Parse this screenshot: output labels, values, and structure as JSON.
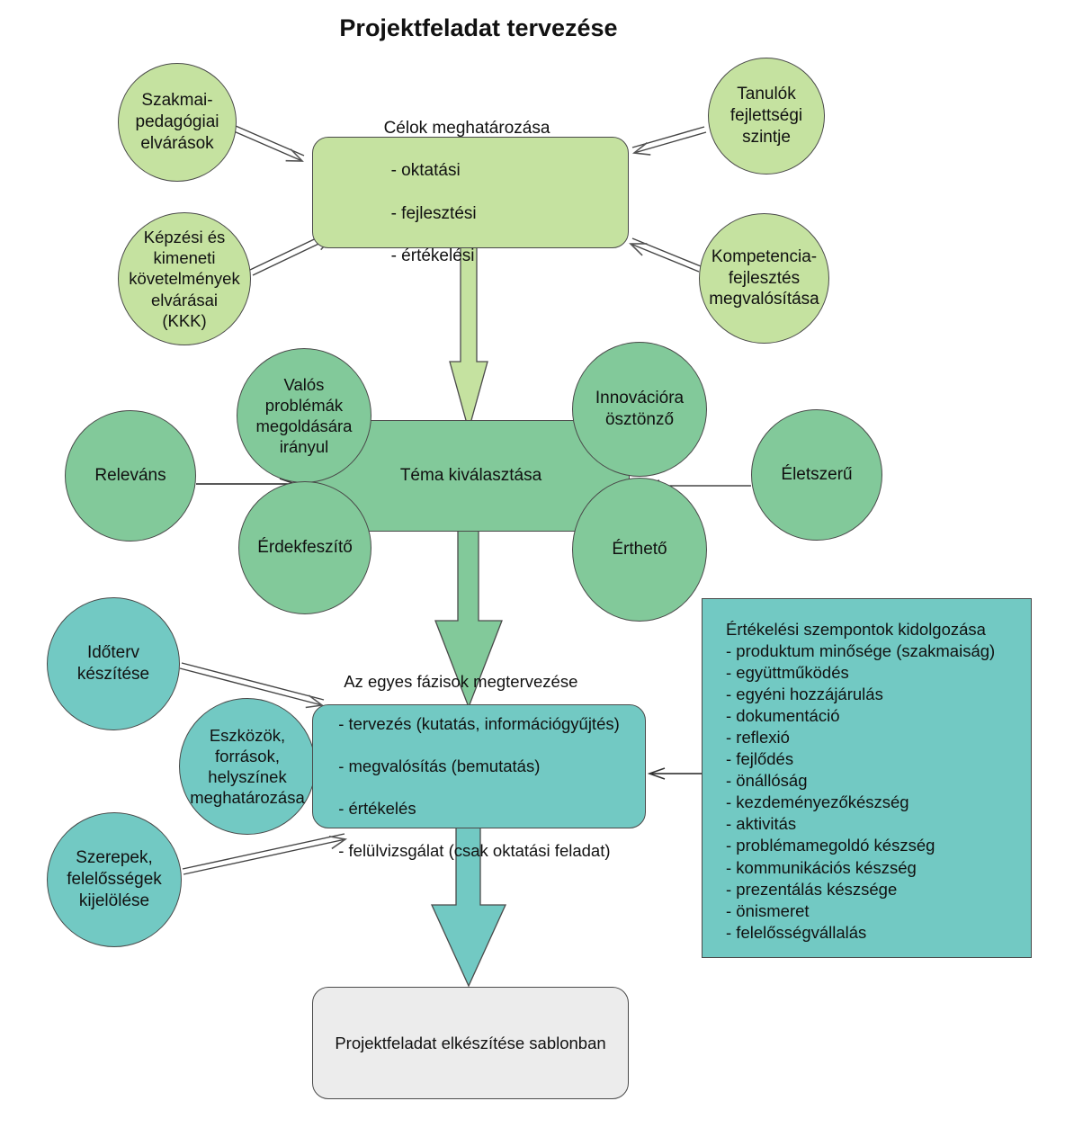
{
  "title": "Projektfeladat tervezése",
  "colors": {
    "light_green": "#c5e2a0",
    "medium_green": "#82c99a",
    "teal": "#72c9c3",
    "grey": "#ececec"
  },
  "goals": {
    "header": "Célok meghatározása",
    "items": [
      "- oktatási",
      "- fejlesztési",
      "- értékelési"
    ],
    "inputs": {
      "szakmai": "Szakmai-\npedagógiai\nelvárások",
      "kepzesi": "Képzési és\nkimeneti\nkövetelmények\nelvárásai\n(KKK)",
      "tanulok": "Tanulók\nfejlettségi\nszintje",
      "kompetencia": "Kompetencia-\nfejlesztés\nmegvalósítása"
    }
  },
  "topic": {
    "label": "Téma kiválasztása",
    "attributes": {
      "valos": "Valós\nproblémák\nmegoldására\nirányul",
      "innovacio": "Innovációra\nösztönző",
      "erdekfeszito": "Érdekfeszítő",
      "ertheto": "Érthető",
      "relevans": "Releváns",
      "eletszeru": "Életszerű"
    }
  },
  "phases": {
    "header": "Az egyes fázisok megtervezése",
    "items": [
      "- tervezés (kutatás, információgyűjtés)",
      "- megvalósítás (bemutatás)",
      "- értékelés",
      "- felülvizsgálat (csak oktatási feladat)"
    ],
    "inputs": {
      "idoterv": "Időterv\nkészítése",
      "eszkozok": "Eszközök,\nforrások,\nhelyszínek\nmeghatározása",
      "szerepek": "Szerepek,\nfelelősségek\nkijelölése"
    }
  },
  "evaluation": {
    "header": "Értékelési szempontok kidolgozása",
    "items": [
      "- produktum minősége (szakmaiság)",
      "- együttműködés",
      "- egyéni hozzájárulás",
      "- dokumentáció",
      "- reflexió",
      "- fejlődés",
      "- önállóság",
      "- kezdeményezőkészség",
      "- aktivitás",
      "- problémamegoldó készség",
      "- kommunikációs készség",
      "- prezentálás készsége",
      "- önismeret",
      "- felelősségvállalás"
    ]
  },
  "final": {
    "label": "Projektfeladat elkészítése sablonban"
  }
}
